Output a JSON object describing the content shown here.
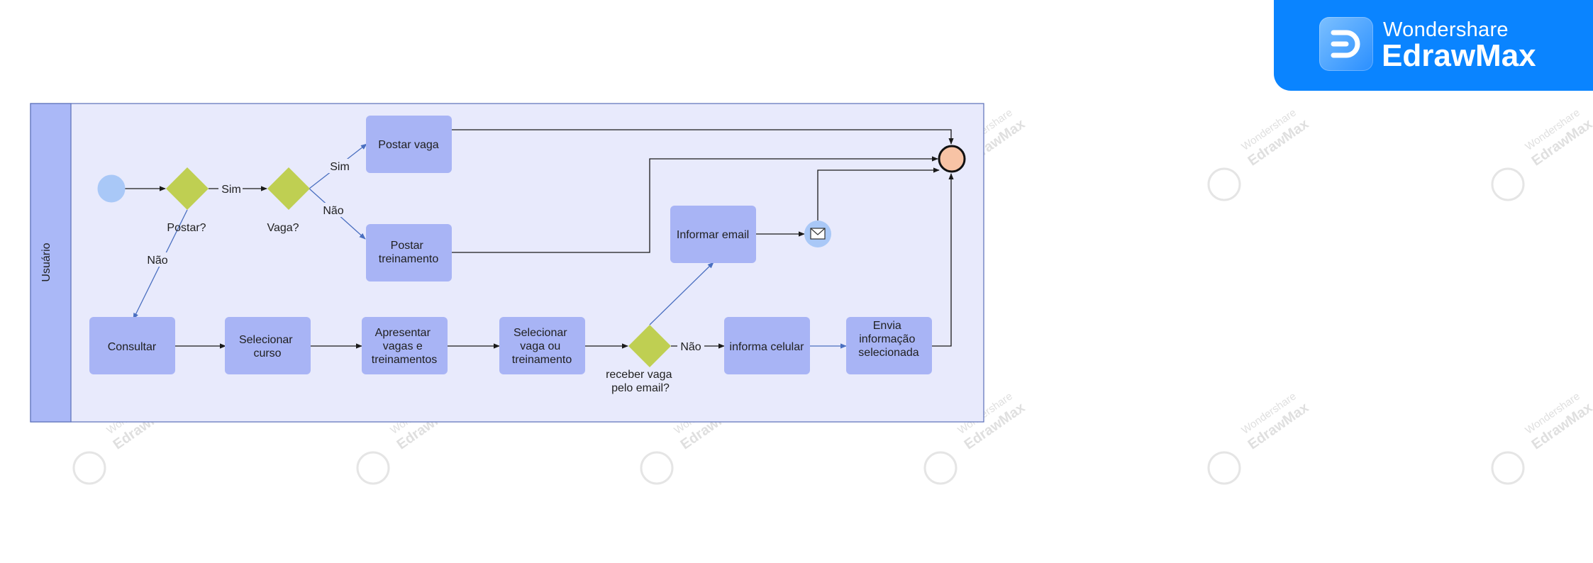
{
  "brand": {
    "line1": "Wondershare",
    "line2": "EdrawMax",
    "icon": "edrawmax-logo-icon",
    "color": "#0a84ff"
  },
  "watermark": {
    "small": "Wondershare",
    "large": "EdrawMax"
  },
  "pool": {
    "lane_label": "Usuário",
    "lane_header_color": "#aab8f7",
    "lane_body_color": "#e8eafc"
  },
  "colors": {
    "task": "#a8b4f5",
    "gateway": "#bfcf52",
    "start_event": "#a9c8f7",
    "end_event": "#f7c3a5",
    "message_event": "#a9c8f7",
    "edge": "#4a6fc0"
  },
  "nodes": {
    "postar_vaga": "Postar vaga",
    "postar_treinamento": [
      "Postar",
      "treinamento"
    ],
    "informar_email": "Informar email",
    "consultar": "Consultar",
    "selecionar_curso": [
      "Selecionar",
      "curso"
    ],
    "apresentar_vagas": [
      "Apresentar",
      "vagas e",
      "treinamentos"
    ],
    "selecionar_vaga": [
      "Selecionar",
      "vaga ou",
      "treinamento"
    ],
    "informa_celular": "informa celular",
    "envia_informacao": [
      "Envia",
      "informação",
      "selecionada"
    ]
  },
  "gateways": {
    "postar": "Postar?",
    "vaga": "Vaga?",
    "receber": [
      "receber vaga",
      "pelo  email?"
    ]
  },
  "edge_labels": {
    "sim_1": "Sim",
    "sim_2": "Sim",
    "nao_1": "Não",
    "nao_2": "Não",
    "nao_3": "Não"
  }
}
